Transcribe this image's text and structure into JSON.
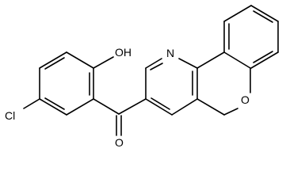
{
  "molecule": {
    "atoms": {
      "hydroxyl": "OH",
      "chloro": "Cl",
      "carbonyl_oxygen": "O",
      "pyridine_nitrogen": "N",
      "pyran_oxygen": "O"
    }
  }
}
